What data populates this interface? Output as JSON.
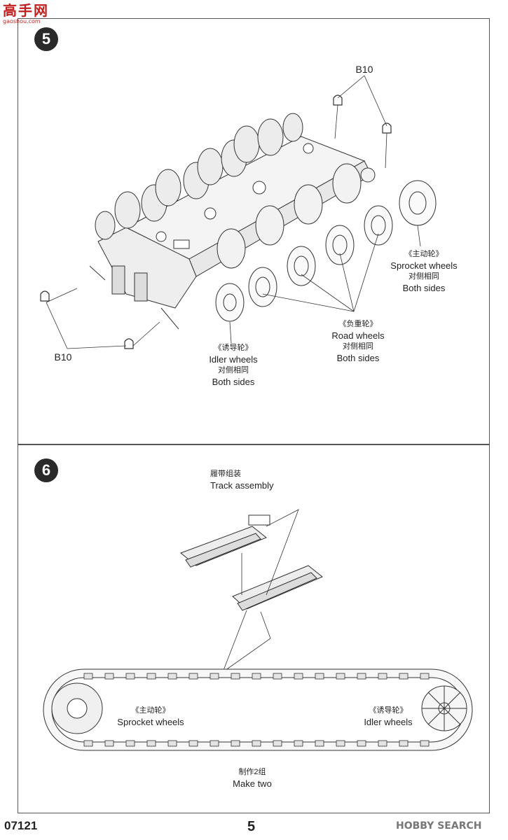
{
  "watermark": {
    "brand_cn": "高手网",
    "site": "gaoshou.com"
  },
  "step5": {
    "number": "5",
    "part_b10_top": "B10",
    "part_b10_left": "B10",
    "sprocket": {
      "cn": "《主动轮》",
      "en": "Sprocket wheels",
      "cn_sides": "对侧相同",
      "en_sides": "Both sides"
    },
    "road": {
      "cn": "《负重轮》",
      "en": "Road  wheels",
      "cn_sides": "对侧相同",
      "en_sides": "Both sides"
    },
    "idler": {
      "cn": "《诱导轮》",
      "en": "Idler wheels",
      "cn_sides": "对侧相同",
      "en_sides": "Both sides"
    }
  },
  "step6": {
    "number": "6",
    "title_cn": "履带组装",
    "title_en": "Track assembly",
    "sprocket": {
      "cn": "《主动轮》",
      "en": "Sprocket wheels"
    },
    "idler": {
      "cn": "《诱导轮》",
      "en": "Idler wheels"
    },
    "make_cn": "制作2组",
    "make_en": "Make two"
  },
  "footer": {
    "code": "07121",
    "page": "5",
    "brand": "HOBBY SEARCH"
  }
}
